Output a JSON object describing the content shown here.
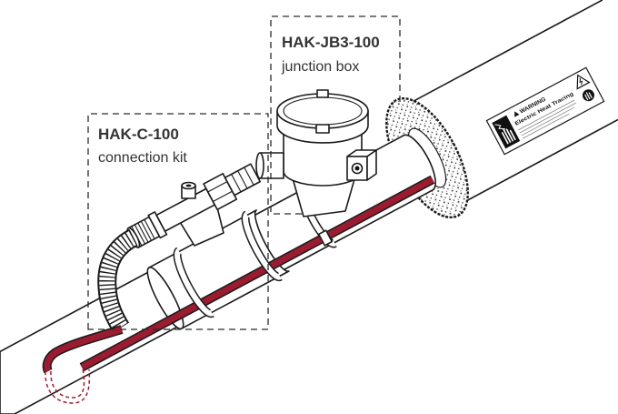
{
  "labels": {
    "junction_box": {
      "code": "HAK-JB3-100",
      "name": "junction box"
    },
    "connection_kit": {
      "code": "HAK-C-100",
      "name": "connection kit"
    }
  },
  "warning_label": {
    "header": "WARNING",
    "text": "Electric Heat Tracing",
    "icons": [
      "hand-shock-icon",
      "warning-triangle-icon",
      "electric-hazard-icon",
      "no-touch-icon"
    ]
  },
  "colors": {
    "heating_cable": "#9b1c31",
    "line": "#1a1a1a",
    "label_text": "#333333"
  }
}
